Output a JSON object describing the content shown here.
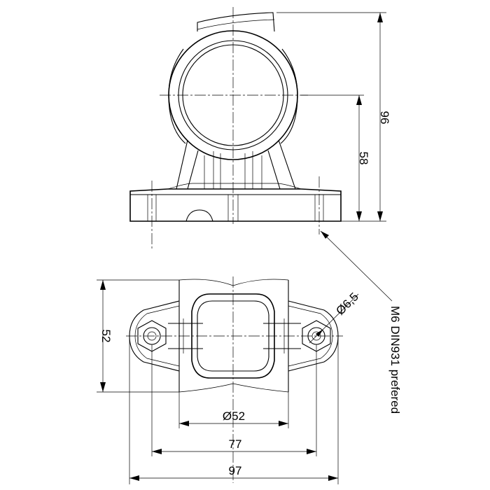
{
  "dimensions": {
    "height_total": "96",
    "height_axis": "58",
    "hole_diameter": "Ø6,5",
    "base_depth": "52",
    "lens_diameter": "Ø52",
    "hole_spacing": "77",
    "base_width": "97"
  },
  "note": "M6 DIN931 prefered"
}
